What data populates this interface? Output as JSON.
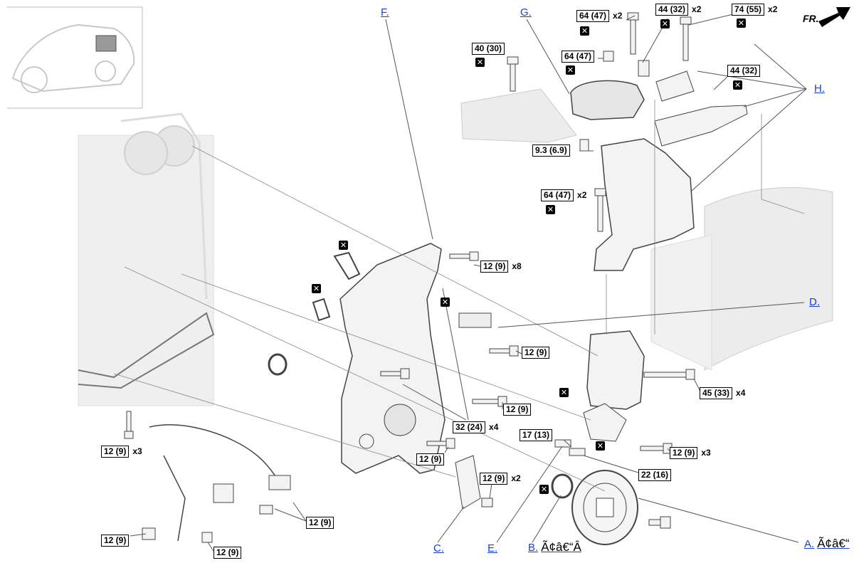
{
  "orientation_label": "FR.",
  "torque_labels": [
    {
      "text": "40 (30)",
      "mult": ""
    },
    {
      "text": "64 (47)",
      "mult": "x2"
    },
    {
      "text": "64 (47)",
      "mult": ""
    },
    {
      "text": "44 (32)",
      "mult": "x2"
    },
    {
      "text": "74 (55)",
      "mult": "x2"
    },
    {
      "text": "44 (32)",
      "mult": ""
    },
    {
      "text": "9.3 (6.9)",
      "mult": ""
    },
    {
      "text": "64 (47)",
      "mult": "x2"
    },
    {
      "text": "12 (9)",
      "mult": "x8"
    },
    {
      "text": "12 (9)",
      "mult": ""
    },
    {
      "text": "45 (33)",
      "mult": "x4"
    },
    {
      "text": "12 (9)",
      "mult": ""
    },
    {
      "text": "32 (24)",
      "mult": "x4"
    },
    {
      "text": "17 (13)",
      "mult": ""
    },
    {
      "text": "12 (9)",
      "mult": "x3"
    },
    {
      "text": "22 (16)",
      "mult": ""
    },
    {
      "text": "12 (9)",
      "mult": ""
    },
    {
      "text": "12 (9)",
      "mult": "x2"
    },
    {
      "text": "12 (9)",
      "mult": "x3"
    },
    {
      "text": "12 (9)",
      "mult": ""
    },
    {
      "text": "12 (9)",
      "mult": ""
    },
    {
      "text": "12 (9)",
      "mult": ""
    }
  ],
  "replace_icon": "x-box-icon",
  "callouts": [
    {
      "letter": "F."
    },
    {
      "letter": "G."
    },
    {
      "letter": "H."
    },
    {
      "letter": "D."
    },
    {
      "letter": "C."
    },
    {
      "letter": "E."
    },
    {
      "letter": "B.",
      "trailing": "Ã¢â€“Â"
    },
    {
      "letter": "A.",
      "trailing": "Ã¢â€“"
    }
  ]
}
